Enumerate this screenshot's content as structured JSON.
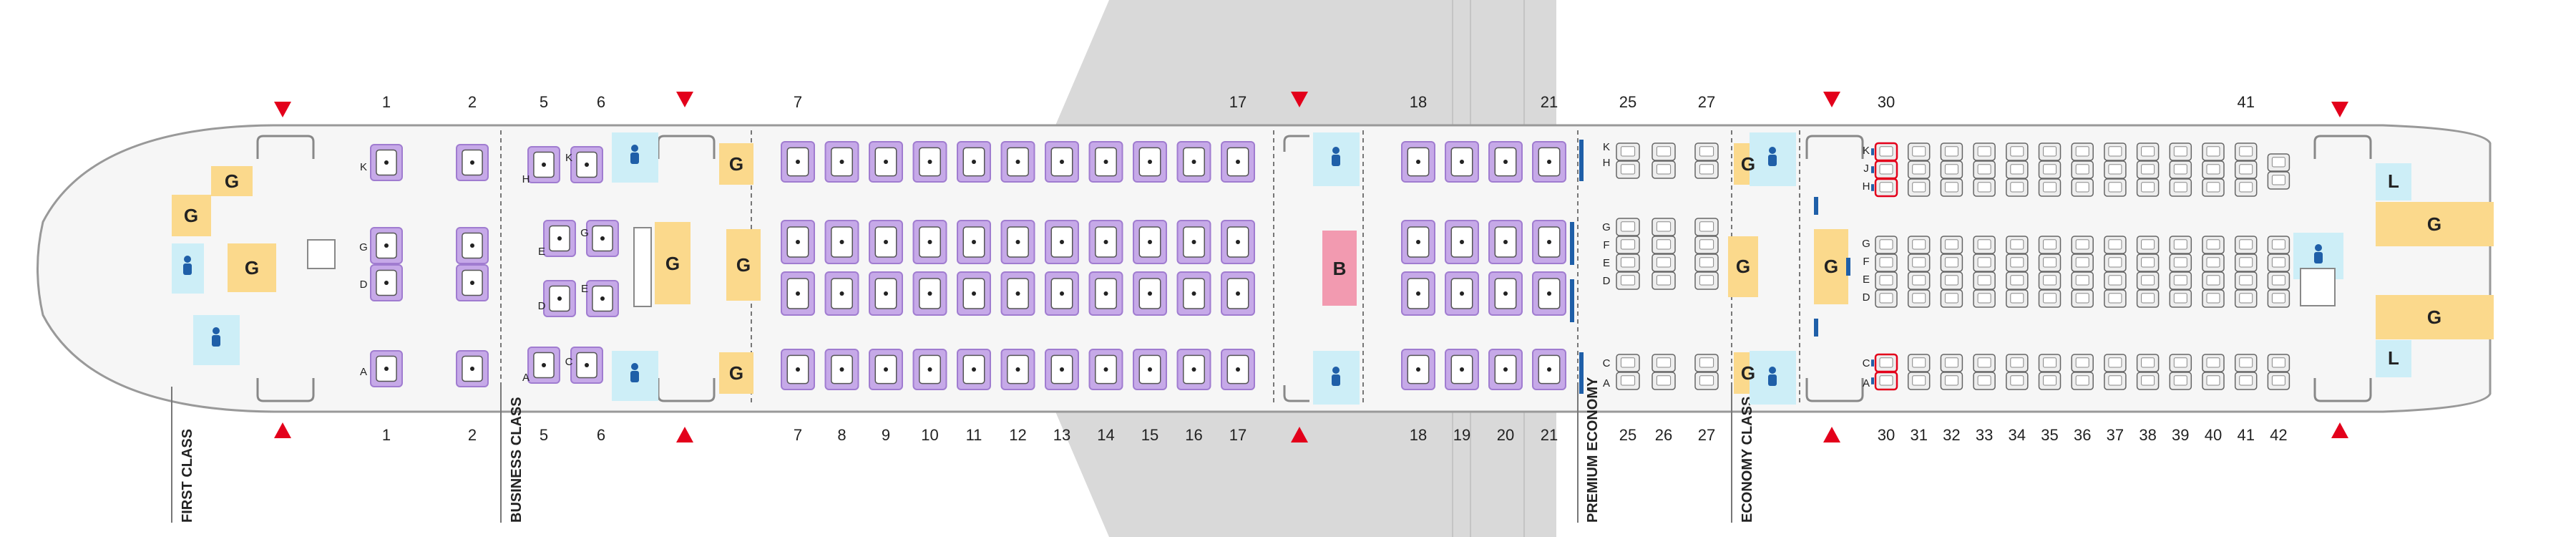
{
  "cabin_classes": [
    "FIRST CLASS",
    "BUSINESS CLASS",
    "PREMIUM ECONOMY",
    "ECONOMY CLASS"
  ],
  "first": {
    "rows": [
      "1",
      "2"
    ],
    "letters_top": [
      "K"
    ],
    "letters_mid": [
      "G",
      "D"
    ],
    "letters_bot": [
      "A"
    ]
  },
  "business_front": {
    "rows": [
      "5",
      "6"
    ],
    "letters_top": [
      "H",
      "K"
    ],
    "letters_mid": [
      "E",
      "G",
      "D",
      "E"
    ],
    "letters_bot": [
      "A",
      "C"
    ]
  },
  "business_main": {
    "rows": [
      "7",
      "8",
      "9",
      "10",
      "11",
      "12",
      "13",
      "14",
      "15",
      "16",
      "17"
    ],
    "top_row_label_first": "7",
    "top_row_label_last": "17"
  },
  "business_rear": {
    "rows": [
      "18",
      "19",
      "20",
      "21"
    ],
    "top_row_label_first": "18",
    "top_row_label_last": "21"
  },
  "premium": {
    "rows": [
      "25",
      "26",
      "27"
    ],
    "top_labels": [
      "25",
      "27"
    ],
    "letters_top": [
      "H",
      "K"
    ],
    "letters_mid": [
      "G",
      "F",
      "E",
      "D"
    ],
    "letters_bot": [
      "A",
      "C"
    ]
  },
  "economy": {
    "rows": [
      "30",
      "31",
      "32",
      "33",
      "34",
      "35",
      "36",
      "37",
      "38",
      "39",
      "40",
      "41",
      "42"
    ],
    "top_labels": [
      "30",
      "41"
    ],
    "letters_top": [
      "H",
      "J",
      "K"
    ],
    "letters_mid": [
      "D",
      "E",
      "F",
      "G"
    ],
    "letters_bot": [
      "A",
      "C"
    ]
  },
  "amenities": {
    "galley": "G",
    "lavatory": "L",
    "bar": "B"
  },
  "colors": {
    "business_seat": "#c6a9e8",
    "business_seat_dark": "#a07cd0",
    "galley": "#fbd98c",
    "lavatory": "#cdeef7",
    "bar": "#f29ab0",
    "exit": "#e3001b",
    "economy_seat": "#eeeeee",
    "exit_row_seat": "#e3001b",
    "divider": "#1f5fa8",
    "wing": "#d8d8d8"
  }
}
